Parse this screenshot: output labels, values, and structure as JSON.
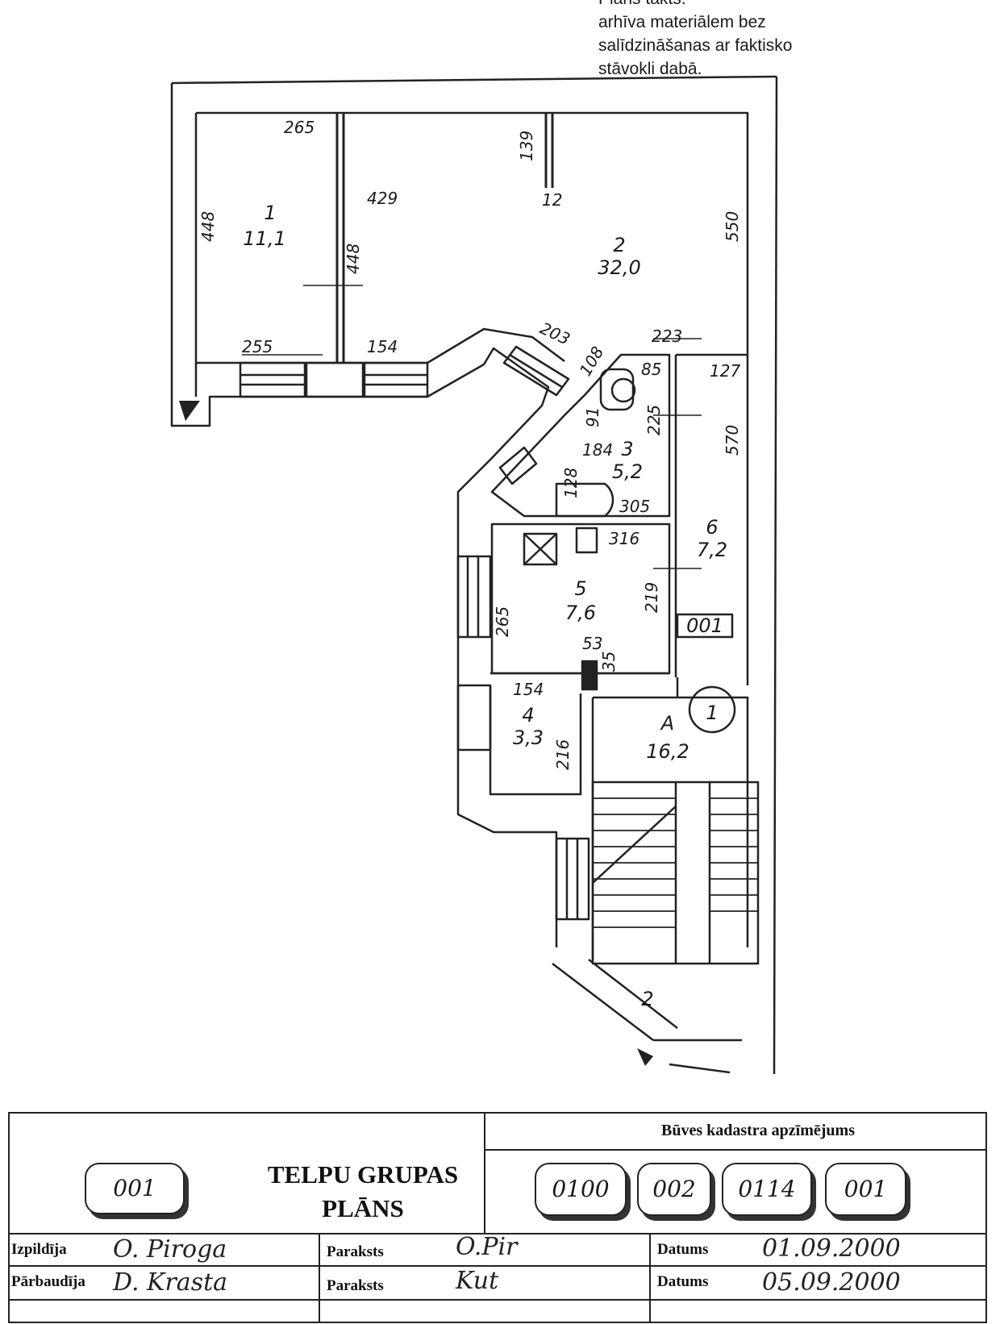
{
  "note": {
    "lines": [
      "Plāns takts.",
      "arhīva materiālem bez",
      "salīdzināšanas ar faktisko",
      "stāvokli dabā."
    ]
  },
  "plan": {
    "rooms": [
      {
        "number": "1",
        "area": "11,1"
      },
      {
        "number": "2",
        "area": "32,0"
      },
      {
        "number": "3",
        "area": "5,2"
      },
      {
        "number": "4",
        "area": "3,3"
      },
      {
        "number": "5",
        "area": "7,6"
      },
      {
        "number": "6",
        "area": "7,2"
      },
      {
        "number": "A",
        "area": "16,2"
      }
    ],
    "dimensions": [
      "265",
      "429",
      "139",
      "12",
      "448",
      "448",
      "550",
      "255",
      "154",
      "203",
      "108",
      "85",
      "223",
      "127",
      "91",
      "225",
      "570",
      "184",
      "128",
      "305",
      "316",
      "265",
      "219",
      "53",
      "35",
      "154",
      "216"
    ],
    "group_tag": "001",
    "staircase_marker": "1",
    "stair_label": "2"
  },
  "title_block": {
    "group_number": "001",
    "title_line1": "TELPU GRUPAS",
    "title_line2": "PLĀNS",
    "cadastre_header": "Būves kadastra apzīmējums",
    "cadastre_codes": [
      "0100",
      "002",
      "0114",
      "001"
    ],
    "row1": {
      "role": "Izpildīja",
      "person": "O. Piroga",
      "sign_label": "Paraksts",
      "signature": "O.Pir",
      "date_label": "Datums",
      "date": "01.09.2000"
    },
    "row2": {
      "role": "Pārbaudīja",
      "person": "D. Krasta",
      "sign_label": "Paraksts",
      "signature": "Kut",
      "date_label": "Datums",
      "date": "05.09.2000"
    }
  }
}
